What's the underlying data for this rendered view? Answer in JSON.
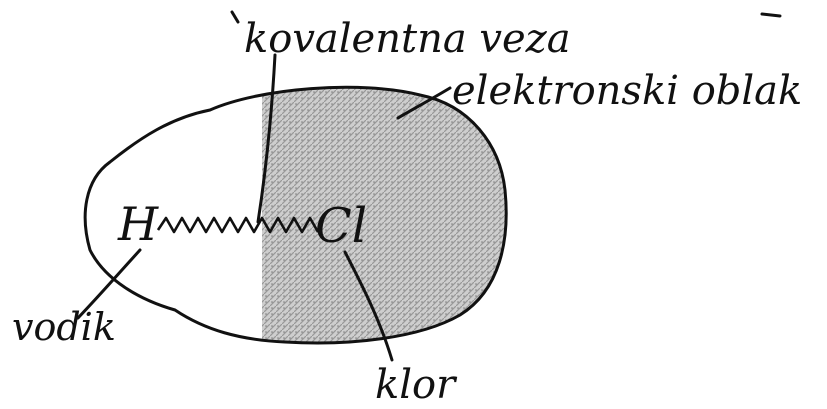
{
  "diagram": {
    "labels": {
      "covalent_bond": "kovalentna veza",
      "electron_cloud": "elektronski oblak",
      "hydrogen": "vodik",
      "chlorine": "klor"
    },
    "symbols": {
      "hydrogen": "H",
      "chlorine": "Cl"
    },
    "colors": {
      "ink": "#111111",
      "shading": "#9a9a9a",
      "paper": "#ffffff"
    }
  }
}
